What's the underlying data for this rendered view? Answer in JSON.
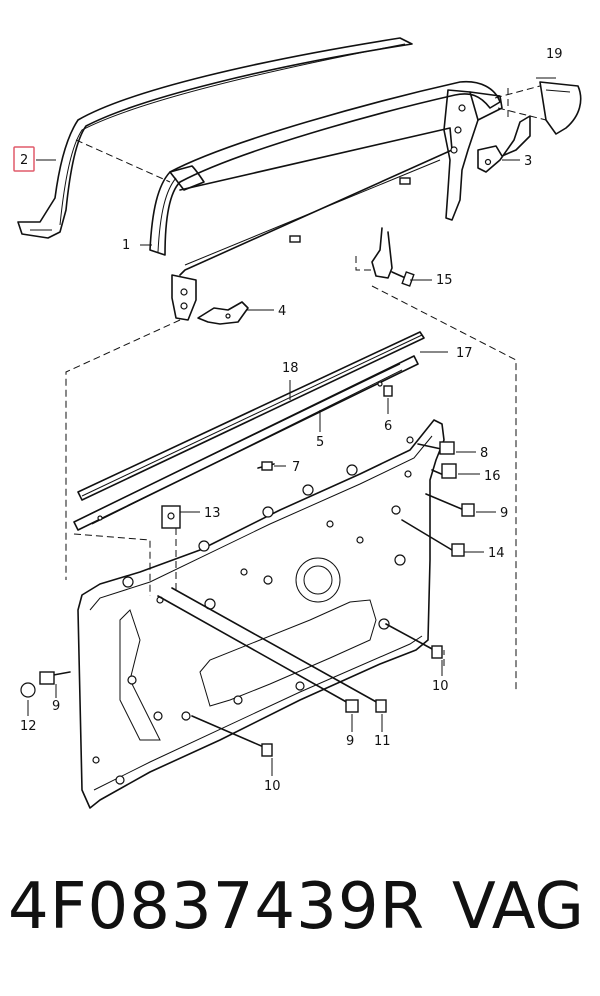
{
  "diagram": {
    "callouts": {
      "c1": "1",
      "c2": "2",
      "c3": "3",
      "c4": "4",
      "c5": "5",
      "c6": "6",
      "c7": "7",
      "c8": "8",
      "c9a": "9",
      "c9b": "9",
      "c9c": "9",
      "c10a": "10",
      "c10b": "10",
      "c11": "11",
      "c12": "12",
      "c13": "13",
      "c14": "14",
      "c15": "15",
      "c16": "16",
      "c17": "17",
      "c18": "18",
      "c19": "19"
    },
    "highlight_color": "#e05a6a"
  },
  "caption": {
    "part_number": "4F0837439R",
    "brand": "VAG"
  }
}
